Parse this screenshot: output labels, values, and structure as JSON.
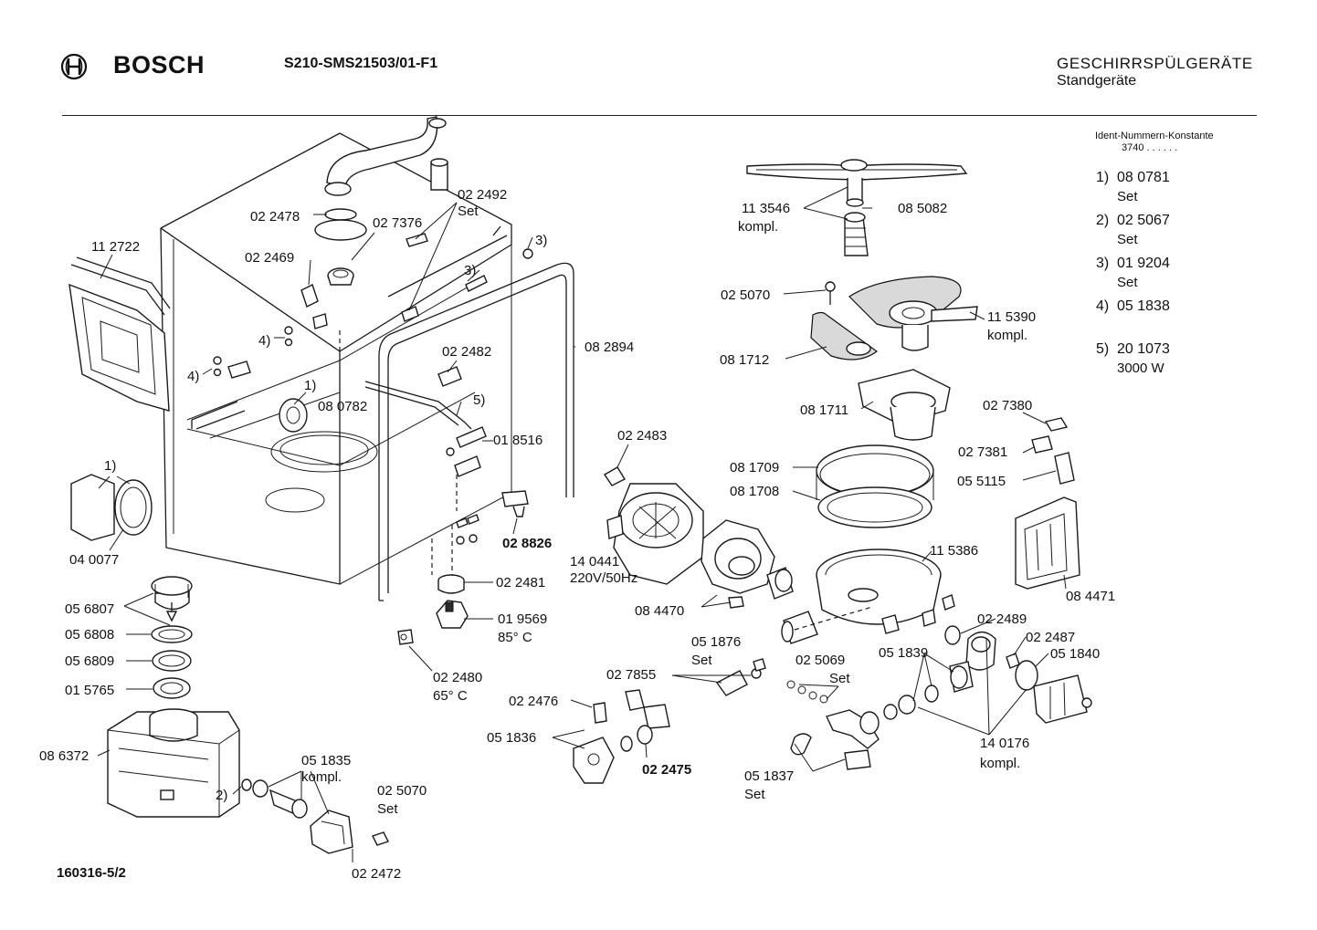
{
  "header": {
    "brand": "BOSCH",
    "model_code": "S210-SMS21503/01-F1",
    "category": "GESCHIRRSPÜLGERÄTE",
    "subcategory": "Standgeräte"
  },
  "ident_constants": {
    "title": "Ident-Nummern-Konstante",
    "value": "3740  . .    . . . ."
  },
  "key": [
    {
      "num": "1)",
      "code": "08 0781",
      "note": "Set"
    },
    {
      "num": "2)",
      "code": "02 5067",
      "note": "Set"
    },
    {
      "num": "3)",
      "code": "01 9204",
      "note": "Set"
    },
    {
      "num": "4)",
      "code": "05 1838",
      "note": ""
    },
    {
      "num": "5)",
      "code": "20 1073",
      "note": "3000 W"
    }
  ],
  "part_labels": [
    {
      "id": "p-022492",
      "lines": [
        "02 2492",
        "Set"
      ]
    },
    {
      "id": "p-022478",
      "lines": [
        "02 2478"
      ]
    },
    {
      "id": "p-027376",
      "lines": [
        "02 7376"
      ]
    },
    {
      "id": "p-ref3a",
      "lines": [
        "3)"
      ]
    },
    {
      "id": "p-022469",
      "lines": [
        "02 2469"
      ]
    },
    {
      "id": "p-ref3b",
      "lines": [
        "3)"
      ]
    },
    {
      "id": "p-112722",
      "lines": [
        "11 2722"
      ]
    },
    {
      "id": "p-ref4a",
      "lines": [
        "4)"
      ]
    },
    {
      "id": "p-082894",
      "lines": [
        "08 2894"
      ]
    },
    {
      "id": "p-022482",
      "lines": [
        "02 2482"
      ]
    },
    {
      "id": "p-ref4b",
      "lines": [
        "4)"
      ]
    },
    {
      "id": "p-ref1a",
      "lines": [
        "1)"
      ]
    },
    {
      "id": "p-080782",
      "lines": [
        "08 0782"
      ]
    },
    {
      "id": "p-ref5",
      "lines": [
        "5)"
      ]
    },
    {
      "id": "p-018516",
      "lines": [
        "01 8516"
      ]
    },
    {
      "id": "p-ref1b",
      "lines": [
        "1)"
      ]
    },
    {
      "id": "p-040077",
      "lines": [
        "04 0077"
      ]
    },
    {
      "id": "p-028826",
      "lines": [
        "02 8826"
      ]
    },
    {
      "id": "p-022481",
      "lines": [
        "02 2481"
      ]
    },
    {
      "id": "p-056807",
      "lines": [
        "05 6807"
      ]
    },
    {
      "id": "p-019569",
      "lines": [
        "01 9569",
        "85° C"
      ]
    },
    {
      "id": "p-056808",
      "lines": [
        "05 6808"
      ]
    },
    {
      "id": "p-056809",
      "lines": [
        "05 6809"
      ]
    },
    {
      "id": "p-022480",
      "lines": [
        "02 2480",
        "65° C"
      ]
    },
    {
      "id": "p-015765",
      "lines": [
        "01 5765"
      ]
    },
    {
      "id": "p-086372",
      "lines": [
        "08 6372"
      ]
    },
    {
      "id": "p-051835",
      "lines": [
        "05 1835",
        "kompl."
      ]
    },
    {
      "id": "p-ref2",
      "lines": [
        "2)"
      ]
    },
    {
      "id": "p-025070b",
      "lines": [
        "02 5070",
        "Set"
      ]
    },
    {
      "id": "p-022472",
      "lines": [
        "02 2472"
      ]
    },
    {
      "id": "p-113546",
      "lines": [
        "11 3546",
        "kompl."
      ]
    },
    {
      "id": "p-085082",
      "lines": [
        "08 5082"
      ]
    },
    {
      "id": "p-025070a",
      "lines": [
        "02 5070"
      ]
    },
    {
      "id": "p-115390",
      "lines": [
        "11 5390",
        "kompl."
      ]
    },
    {
      "id": "p-081712",
      "lines": [
        "08 1712"
      ]
    },
    {
      "id": "p-081711",
      "lines": [
        "08 1711"
      ]
    },
    {
      "id": "p-027380",
      "lines": [
        "02 7380"
      ]
    },
    {
      "id": "p-022483",
      "lines": [
        "02 2483"
      ]
    },
    {
      "id": "p-027381",
      "lines": [
        "02 7381"
      ]
    },
    {
      "id": "p-055115",
      "lines": [
        "05 5115"
      ]
    },
    {
      "id": "p-081709",
      "lines": [
        "08 1709"
      ]
    },
    {
      "id": "p-081708",
      "lines": [
        "08 1708"
      ]
    },
    {
      "id": "p-115386",
      "lines": [
        "11 5386"
      ]
    },
    {
      "id": "p-140441",
      "lines": [
        "14 0441",
        "220V/50Hz"
      ]
    },
    {
      "id": "p-084471",
      "lines": [
        "08 4471"
      ]
    },
    {
      "id": "p-084470",
      "lines": [
        "08 4470"
      ]
    },
    {
      "id": "p-022489",
      "lines": [
        "02 2489"
      ]
    },
    {
      "id": "p-051876",
      "lines": [
        "05 1876",
        "Set"
      ]
    },
    {
      "id": "p-022487",
      "lines": [
        "02 2487"
      ]
    },
    {
      "id": "p-051839",
      "lines": [
        "05 1839"
      ]
    },
    {
      "id": "p-051840",
      "lines": [
        "05 1840"
      ]
    },
    {
      "id": "p-025069",
      "lines": [
        "02 5069",
        "Set"
      ]
    },
    {
      "id": "p-027855",
      "lines": [
        "02 7855"
      ]
    },
    {
      "id": "p-022476",
      "lines": [
        "02 2476"
      ]
    },
    {
      "id": "p-051836",
      "lines": [
        "05 1836"
      ]
    },
    {
      "id": "p-022475",
      "lines": [
        "02 2475"
      ]
    },
    {
      "id": "p-140176",
      "lines": [
        "14 0176",
        "kompl."
      ]
    },
    {
      "id": "p-051837",
      "lines": [
        "05 1837",
        "Set"
      ]
    }
  ],
  "footer": {
    "drawing_id": "160316-5/2"
  }
}
